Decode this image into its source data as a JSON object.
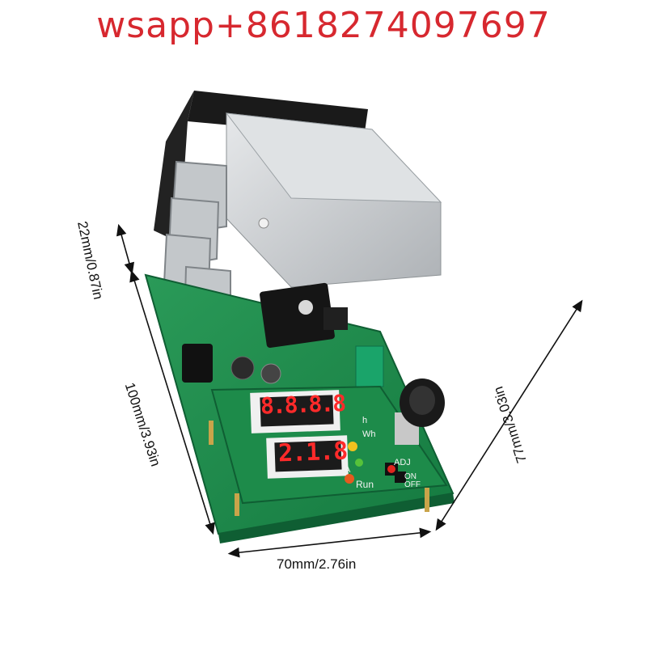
{
  "watermark": {
    "text": "wsapp+8618274097697",
    "color": "#d7282f"
  },
  "dimensions": {
    "height": "22mm/0.87in",
    "length": "100mm/3.93in",
    "width": "70mm/2.76in",
    "diagonal": "77mm/3.03in"
  },
  "displays": {
    "top": "8.8.8.8",
    "bottom": "2.1.8"
  },
  "board_labels": {
    "adj": "ADJ",
    "on_off": "ON\nOFF",
    "run": "Run",
    "wh": "Wh",
    "a": "A",
    "h": "h"
  },
  "colors": {
    "pcb": "#1f8a4c",
    "pcb_dark": "#13663a",
    "heatsink": "#c9cccf",
    "fan": "#1a1a1a",
    "segment": "#ff2a2a"
  }
}
